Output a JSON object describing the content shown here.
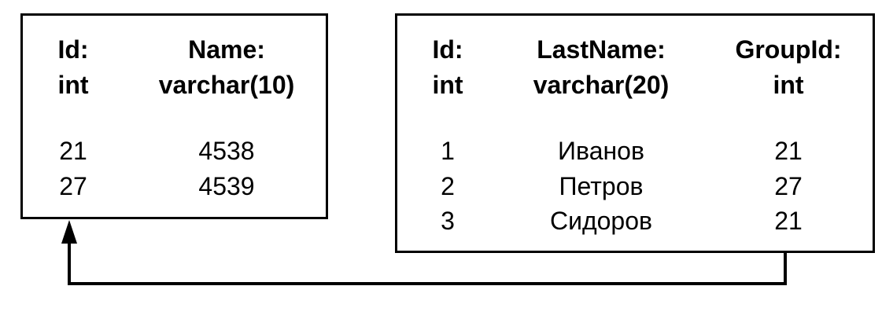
{
  "left_table": {
    "columns": [
      {
        "name": "Id:",
        "type": "int"
      },
      {
        "name": "Name:",
        "type": "varchar(10)"
      }
    ],
    "rows": [
      [
        "21",
        "4538"
      ],
      [
        "27",
        "4539"
      ]
    ]
  },
  "right_table": {
    "columns": [
      {
        "name": "Id:",
        "type": "int"
      },
      {
        "name": "LastName:",
        "type": "varchar(20)"
      },
      {
        "name": "GroupId:",
        "type": "int"
      }
    ],
    "rows": [
      [
        "1",
        "Иванов",
        "21"
      ],
      [
        "2",
        "Петров",
        "27"
      ],
      [
        "3",
        "Сидоров",
        "21"
      ]
    ]
  },
  "relation": {
    "from": "right_table.GroupId",
    "to": "left_table.Id",
    "line_color": "#000000"
  }
}
